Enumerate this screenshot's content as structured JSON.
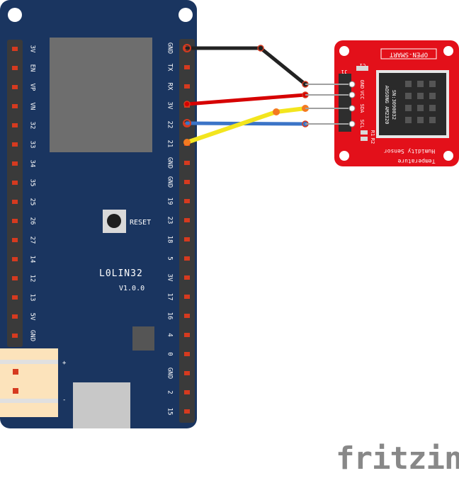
{
  "colors": {
    "board": "#1a3560",
    "board_dark": "#15294b",
    "header": "#3a3a3a",
    "pin_pad": "#d63a1f",
    "chip": "#6e6e6e",
    "sensor": "#e3101a",
    "sensor_window": "#2a2a2a",
    "wire_black": "#222222",
    "wire_red": "#d60000",
    "wire_yellow": "#f3e51e",
    "wire_blue": "#3b74c7",
    "wire_end": "#f47a20",
    "battery_connector": "#fce3bb",
    "usb": "#c8c8c8",
    "watermark": "#888888"
  },
  "board": {
    "name": "L0LIN32",
    "version": "V1.0.0",
    "reset_label": "RESET",
    "left_pins": [
      "3V",
      "EN",
      "VP",
      "VN",
      "32",
      "33",
      "34",
      "35",
      "25",
      "26",
      "27",
      "14",
      "12",
      "13",
      "5V",
      "GND"
    ],
    "right_pins": [
      "GND",
      "TX",
      "RX",
      "3V",
      "22",
      "21",
      "GND",
      "GND",
      "19",
      "23",
      "18",
      "5",
      "3V",
      "17",
      "16",
      "4",
      "0",
      "GND",
      "2",
      "15"
    ],
    "battery_plus": "+",
    "battery_minus": "-"
  },
  "sensor": {
    "brand": "OPEN-SMART",
    "title_line1": "Temperature",
    "title_line2": "Humidity Sensor",
    "pins": [
      "GND",
      "VCC",
      "SDA",
      "SCL"
    ],
    "chip_text_line1": "AOSONG AM2320",
    "chip_text_line2": "SN:3090032",
    "labels": {
      "c1": "C1",
      "j1": "J1",
      "r1": "R1",
      "r2": "R2"
    }
  },
  "connections": [
    {
      "from": "GND",
      "to": "GND",
      "color": "black"
    },
    {
      "from": "3V",
      "to": "VCC",
      "color": "red"
    },
    {
      "from": "21",
      "to": "SDA",
      "color": "yellow"
    },
    {
      "from": "22",
      "to": "SCL",
      "color": "blue"
    }
  ],
  "watermark": "fritzing"
}
